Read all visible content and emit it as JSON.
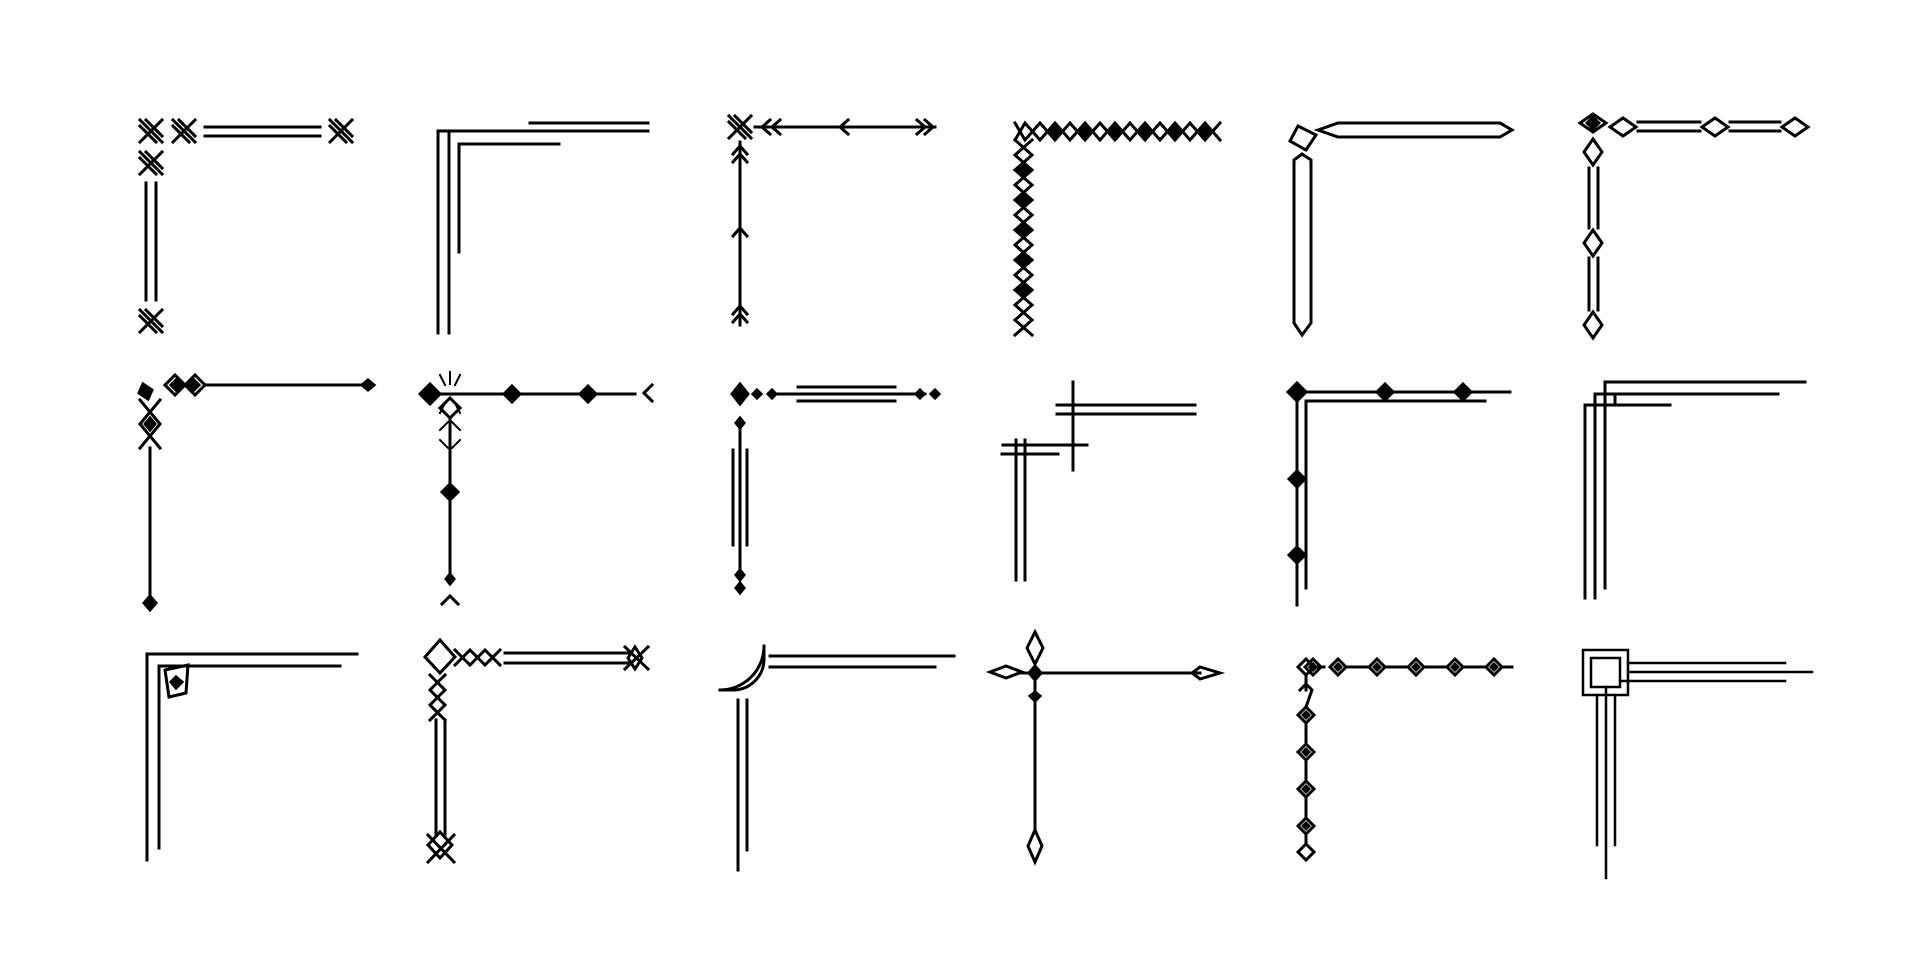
{
  "colors": {
    "background": "#ffffff",
    "ornament": "#000000"
  },
  "ornaments": [
    {
      "id": "corner-crossed-x-double-line",
      "icon": "corner-ornament-icon"
    },
    {
      "id": "corner-stepped-offset-lines",
      "icon": "corner-ornament-icon"
    },
    {
      "id": "corner-arrow-feathered",
      "icon": "corner-ornament-icon"
    },
    {
      "id": "corner-diamond-chain-band",
      "icon": "corner-ornament-icon"
    },
    {
      "id": "corner-elongated-hexagon-bars",
      "icon": "corner-ornament-icon"
    },
    {
      "id": "corner-diamond-beaded-double-line",
      "icon": "corner-ornament-icon"
    },
    {
      "id": "corner-small-diamond-cluster-line",
      "icon": "corner-ornament-icon"
    },
    {
      "id": "corner-solid-diamond-sparkle",
      "icon": "corner-ornament-icon"
    },
    {
      "id": "corner-diamond-dot-triple-line",
      "icon": "corner-ornament-icon"
    },
    {
      "id": "corner-crossing-double-lines",
      "icon": "corner-ornament-icon"
    },
    {
      "id": "corner-solid-diamond-double-line",
      "icon": "corner-ornament-icon"
    },
    {
      "id": "corner-triple-stepped-lines",
      "icon": "corner-ornament-icon"
    },
    {
      "id": "corner-double-line-square-diamond",
      "icon": "corner-ornament-icon"
    },
    {
      "id": "corner-diamond-x-knot",
      "icon": "corner-ornament-icon"
    },
    {
      "id": "corner-arc-double-line",
      "icon": "corner-ornament-icon"
    },
    {
      "id": "corner-cross-diamond-spear",
      "icon": "corner-ornament-icon"
    },
    {
      "id": "corner-solid-core-diamond-chain",
      "icon": "corner-ornament-icon"
    },
    {
      "id": "corner-nested-squares-lines",
      "icon": "corner-ornament-icon"
    }
  ]
}
